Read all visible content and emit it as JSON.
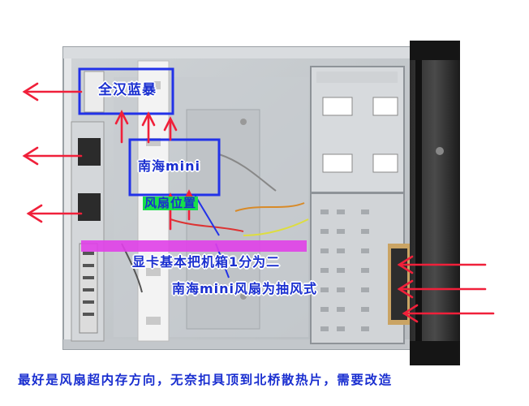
{
  "annotations": {
    "cooler_a": "全汉蓝暴",
    "cooler_b": "南海mini",
    "fan_position": "风扇位置",
    "gpu_note": "显卡基本把机箱1分为二",
    "fan_type_note": "南海mini风扇为抽风式",
    "bottom_caption": "最好是风扇超内存方向，无奈扣具顶到北桥散热片，需要改造"
  },
  "colors": {
    "arrow_red": "#f0203a",
    "box_blue": "#2232e8",
    "divider_magenta": "#e040e8",
    "label_blue": "#1a2fd0",
    "label_green_bg": "#17e04a"
  }
}
